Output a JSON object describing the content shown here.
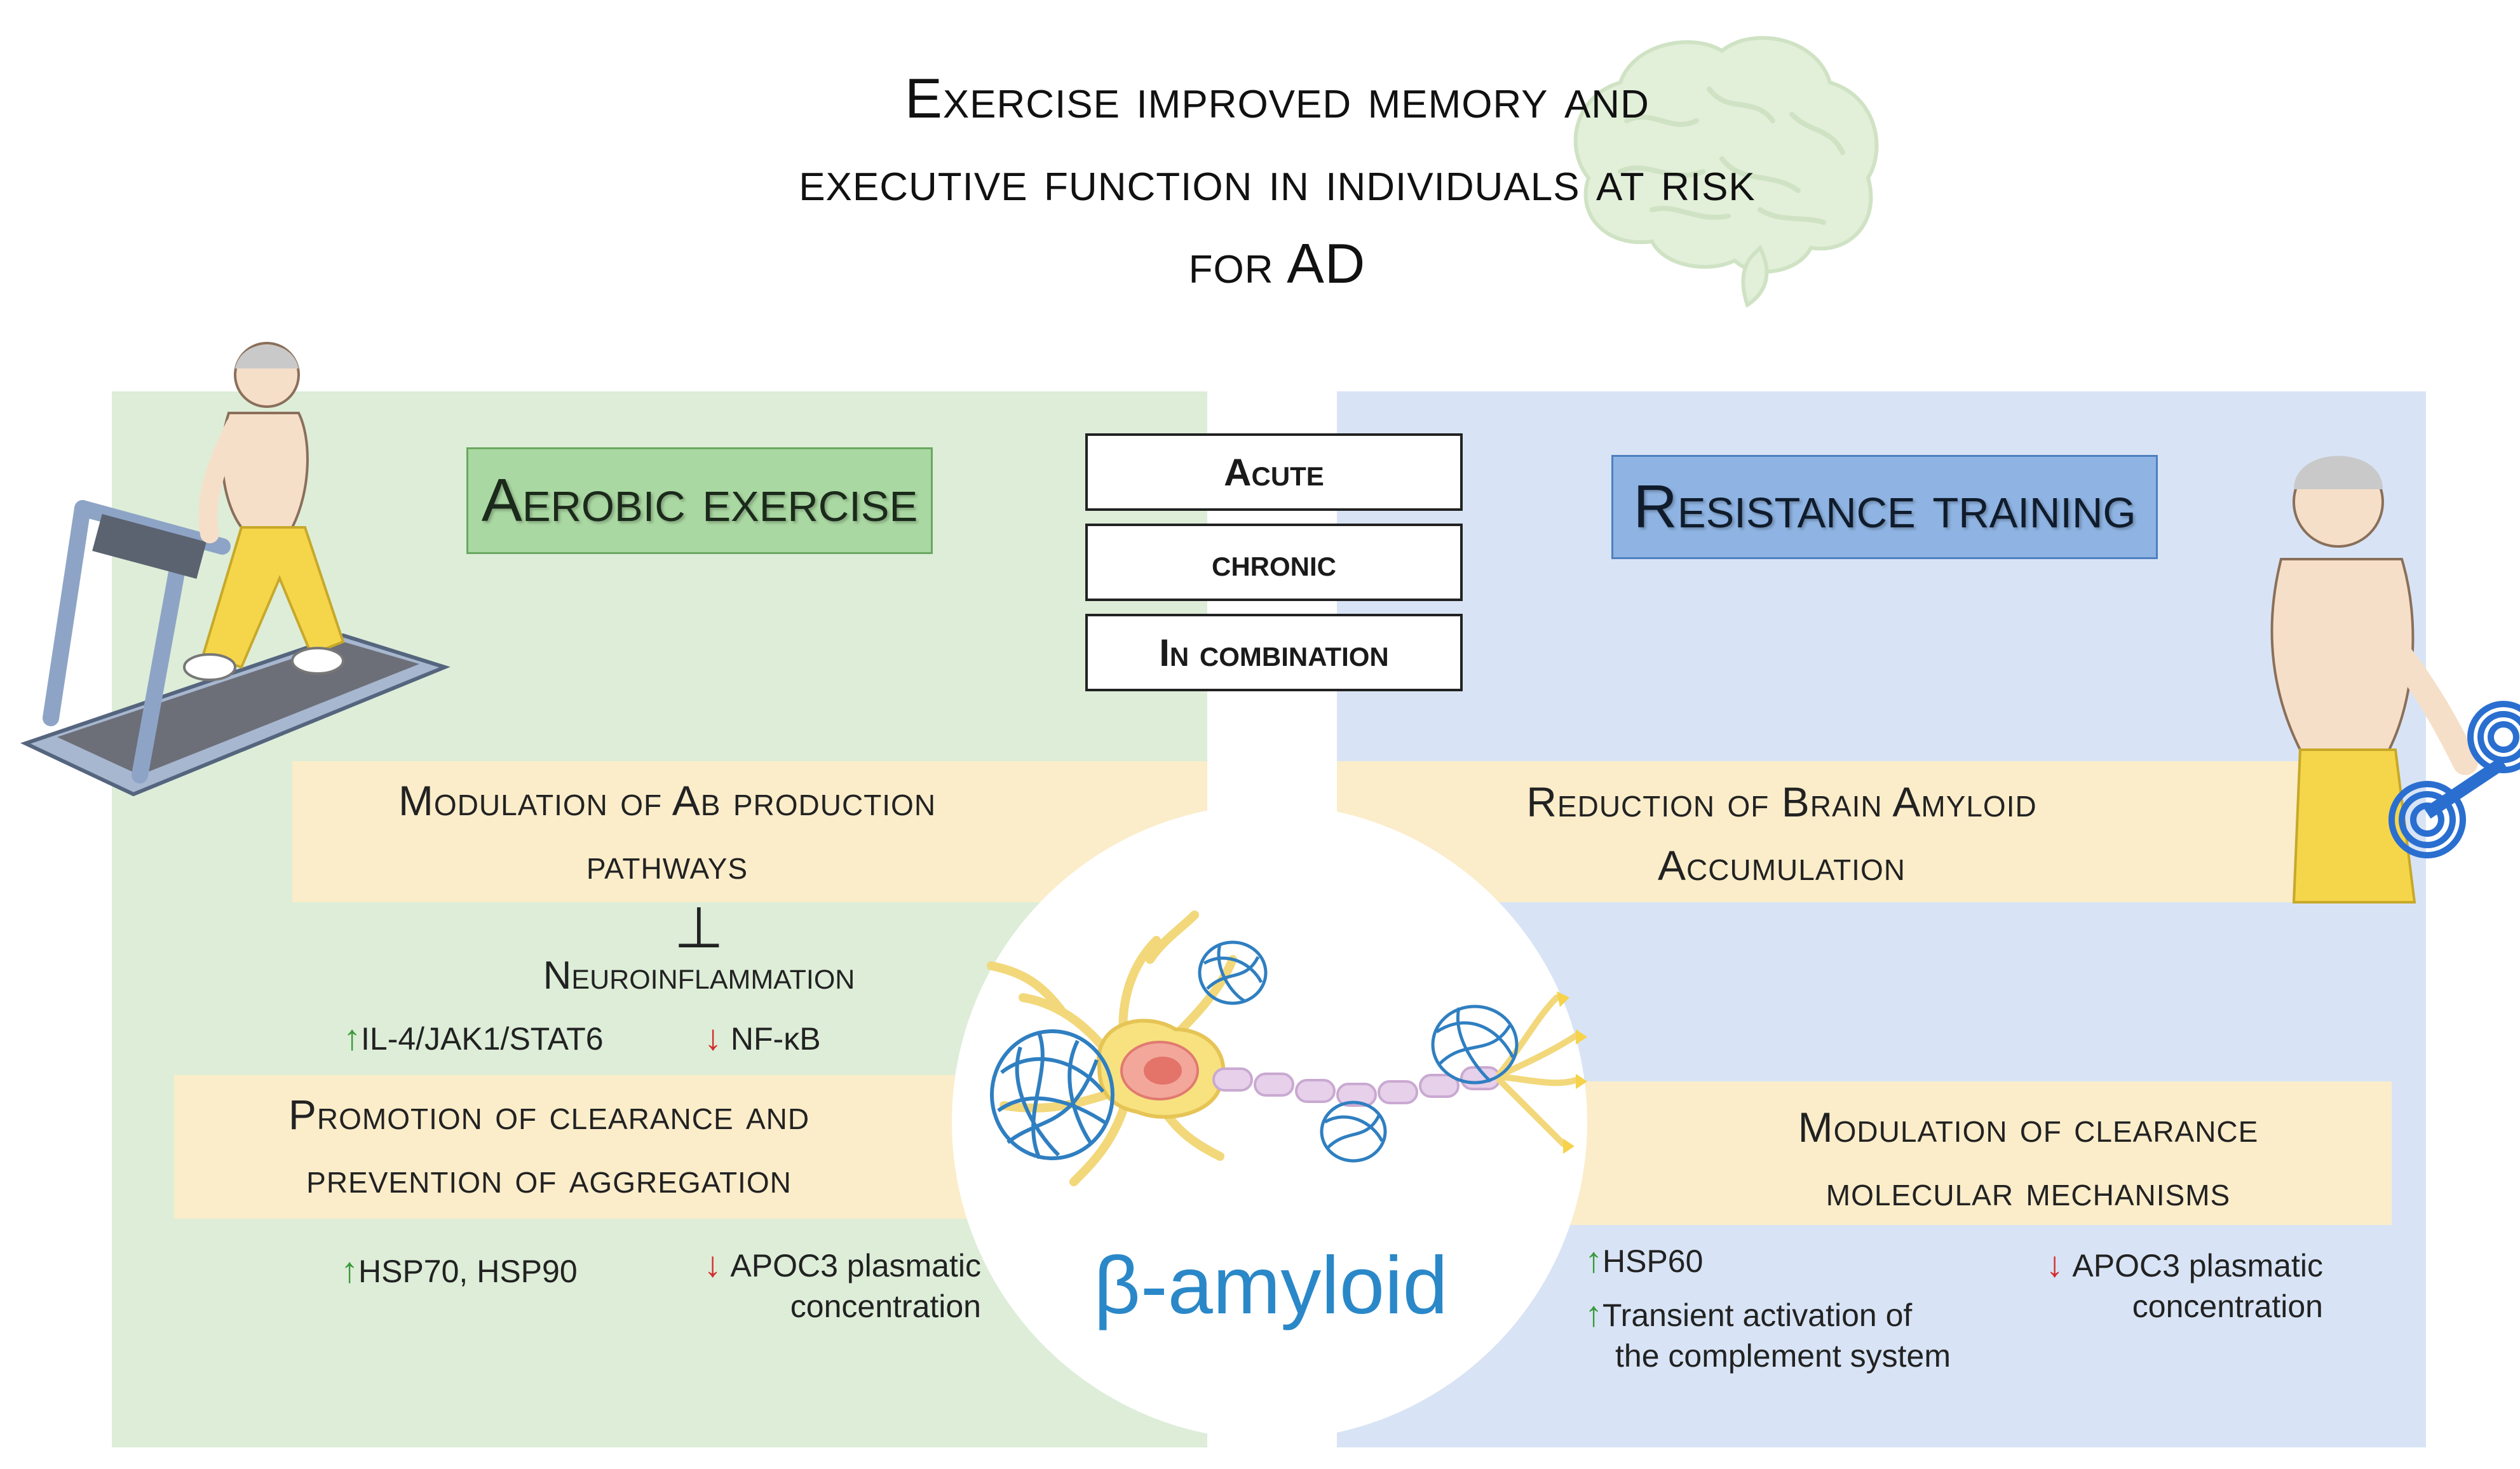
{
  "title": {
    "line1": "Exercise improved memory and",
    "line2": "executive function in individuals at risk",
    "line3": "for AD"
  },
  "aerobic": {
    "header": "Aerobic exercise",
    "modulation_line1": "Modulation of Aβ production",
    "modulation_line2": "pathways",
    "inhibit_symbol": "⊥",
    "neuroinflammation": "Neuroinflammation",
    "up_marker": "IL-4/JAK1/STAT6",
    "down_marker": "NF-κB",
    "clearance_line1": "Promotion of clearance  and",
    "clearance_line2": "prevention of aggregation",
    "hsp": "HSP70,  HSP90",
    "apoc3_line1": "APOC3 plasmatic",
    "apoc3_line2": "concentration"
  },
  "modes": {
    "acute": "Acute",
    "chronic": "chronic",
    "combination": "In combination"
  },
  "resistance": {
    "header": "Resistance training",
    "reduction_line1": "Reduction of Brain Amyloid",
    "reduction_line2": "Accumulation",
    "mech_line1": "Modulation of clearance",
    "mech_line2": "molecular  mechanisms",
    "hsp60": "HSP60",
    "transient_line1": "Transient activation    of",
    "transient_line2": "the complement  system",
    "apoc3_line1": "APOC3 plasmatic",
    "apoc3_line2": "concentration"
  },
  "center": {
    "label": "β-amyloid"
  },
  "arrows": {
    "up": "↑",
    "down": "↓"
  },
  "colors": {
    "aerobic_panel": "#ddedd8",
    "resistance_panel": "#d8e4f5",
    "band": "#fbedca",
    "aerobic_header": "#aad8a2",
    "resistance_header": "#8fb4e3",
    "amyloid_text": "#2a88c8",
    "up_arrow": "#3a9a3a",
    "down_arrow": "#d62b2b"
  },
  "icons": [
    "brain-icon",
    "treadmill-runner-icon",
    "dumbbell-lifter-icon",
    "neuron-icon",
    "amyloid-plaque-icon"
  ]
}
